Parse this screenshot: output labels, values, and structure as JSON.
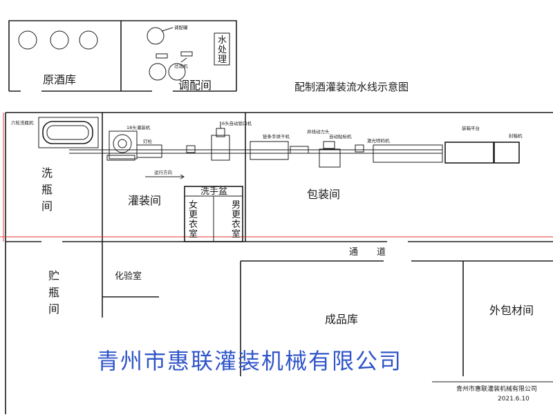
{
  "diagram": {
    "title": "配制酒灌装流水线示意图",
    "company_banner": "青州市惠联灌装机械有限公司",
    "footer_company": "青州市惠联灌装机械有限公司",
    "footer_date": "2021.6.10",
    "colors": {
      "line": "#1a1a1a",
      "dimension": "#e53030",
      "banner": "#2f55c9"
    }
  },
  "rooms": {
    "yuanjiuku": "原酒库",
    "tiaopeijian": "调配间",
    "xiping_chars": [
      "洗",
      "瓶",
      "间"
    ],
    "guanzhuangjian": "灌装间",
    "baozhuangjian": "包装间",
    "zhuping_chars": [
      "贮",
      "瓶",
      "间"
    ],
    "huayanshi": "化验室",
    "tongdao_chars": [
      "通",
      "道"
    ],
    "chengpinku": "成品库",
    "waibaocai": "外包材间",
    "xishoupen": "洗手盆",
    "nv_chars": [
      "女",
      "更",
      "衣",
      "室"
    ],
    "nan_chars": [
      "男",
      "更",
      "衣",
      "室"
    ],
    "shuichuli_chars": [
      "水",
      "处",
      "理"
    ]
  },
  "equipment": {
    "tiaopeiguan": "调配罐",
    "guolvji": "过滤机",
    "liulun": "六轮洗瓶机",
    "guanzhuang18": "18头灌装机",
    "dengjian": "灯检",
    "suokou": "6头自动锁口机",
    "honggan": "链条手烘干机",
    "donglitou": "井线动力头",
    "tiebiao": "自动贴标机",
    "gaofeng": "激光喷码机",
    "zhuangxiang": "装箱平台",
    "fengxiang": "封箱机"
  },
  "annotations": {
    "direction": "运行方向"
  }
}
